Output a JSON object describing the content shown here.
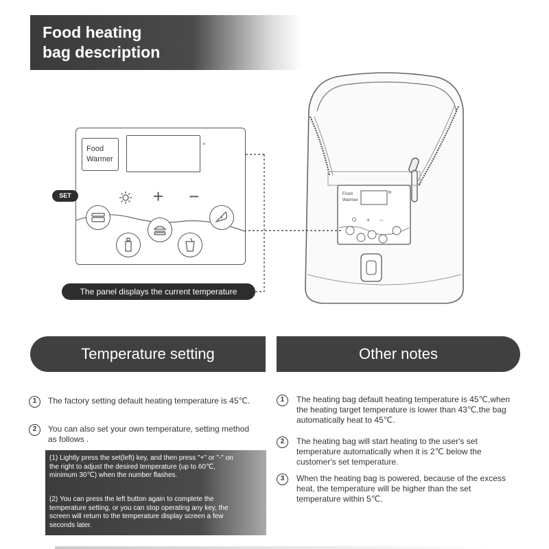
{
  "header": {
    "line1": "Food heating",
    "line2": "bag description"
  },
  "panel": {
    "label_line1": "Food",
    "label_line2": "Warmer",
    "degree_symbol": "°",
    "set_label": "SET",
    "plus_glyph": "+",
    "minus_glyph": "−",
    "caption": "The panel displays the current temperature"
  },
  "sections": {
    "left_title": "Temperature setting",
    "right_title": "Other notes"
  },
  "temperature_setting": {
    "items": [
      {
        "num": "1",
        "text": "The factory setting default heating temperature is 45℃."
      },
      {
        "num": "2",
        "text": "You can also set your own temperature, setting method as follows ."
      }
    ],
    "steps": [
      "(1) Lightly press the set(left) key, and then press \"+\" or \"-\" on the right to adjust the desired temperature (up to 60℃, minimum 30℃) when the number flashes.",
      "(2) You can press the left button again to complete the temperature setting, or you can stop operating any key, the screen will return to the temperature display screen a few seconds later."
    ]
  },
  "other_notes": {
    "items": [
      {
        "num": "1",
        "text": "The heating bag default heating temperature is 45℃,when the heating target temperature is lower than 43℃,the bag automatically heat to 45℃."
      },
      {
        "num": "2",
        "text": "The heating bag will start heating to the user's set temperature automatically when it is 2℃ below the customer's set temperature."
      },
      {
        "num": "3",
        "text": "When the heating bag is powered, because of the excess heat, the temperature will be higher than the set temperature within 5℃."
      }
    ]
  },
  "bag": {
    "label_line1": "Food",
    "label_line2": "Warmer"
  }
}
